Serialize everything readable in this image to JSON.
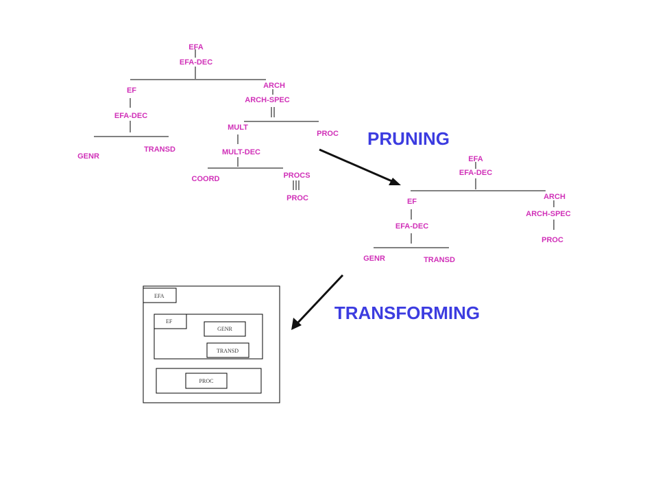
{
  "colors": {
    "node_text": "#d030b8",
    "heading_text": "#3c3ce0",
    "lines": "#000000"
  },
  "labels": {
    "pruning": "PRUNING",
    "transforming": "TRANSFORMING"
  },
  "tree_full": {
    "efa": "EFA",
    "efa_dec": "EFA-DEC",
    "ef": "EF",
    "ef_efa_dec": "EFA-DEC",
    "genr": "GENR",
    "transd": "TRANSD",
    "arch": "ARCH",
    "arch_spec": "ARCH-SPEC",
    "mult": "MULT",
    "mult_dec": "MULT-DEC",
    "coord": "COORD",
    "procs": "PROCS",
    "procs_proc": "PROC",
    "proc": "PROC"
  },
  "tree_pruned": {
    "efa": "EFA",
    "efa_dec": "EFA-DEC",
    "ef": "EF",
    "ef_efa_dec": "EFA-DEC",
    "genr": "GENR",
    "transd": "TRANSD",
    "arch": "ARCH",
    "arch_spec": "ARCH-SPEC",
    "proc": "PROC"
  },
  "boxes": {
    "efa": "EFA",
    "ef": "EF",
    "genr": "GENR",
    "transd": "TRANSD",
    "proc": "PROC"
  }
}
